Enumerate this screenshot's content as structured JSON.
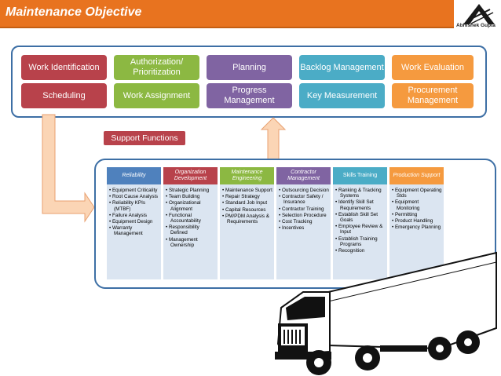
{
  "header": {
    "title": "Maintenance Objective",
    "logo_text": "Abhishek Gupta"
  },
  "top_tiles": [
    {
      "label": "Work Identification"
    },
    {
      "label": "Authorization/ Prioritization"
    },
    {
      "label": "Planning"
    },
    {
      "label": "Backlog Management"
    },
    {
      "label": "Work Evaluation"
    },
    {
      "label": "Scheduling"
    },
    {
      "label": "Work Assignment"
    },
    {
      "label": "Progress Management"
    },
    {
      "label": "Key Measurement"
    },
    {
      "label": "Procurement Management"
    }
  ],
  "support_label": "Support Functions",
  "columns": [
    {
      "title": "Reliability",
      "items": [
        "Equipment Criticality",
        "Root Cause Analysis",
        "Reliability KPIs (MTBF)",
        "Failure Analysis",
        "Equipment Design",
        "Warranty Management"
      ]
    },
    {
      "title": "Organization Development",
      "items": [
        "Strategic Planning",
        "Team Building",
        "Organizational Alignment",
        "Functional Accountability",
        "Responsibility Defined",
        "Management Ownership"
      ]
    },
    {
      "title": "Maintenance Engineering",
      "items": [
        "Maintenance Support",
        "Repair Strategy",
        "Standard Job Input",
        "Capital Resources",
        "PM/PDM Analysis & Requirements"
      ]
    },
    {
      "title": "Contractor Management",
      "items": [
        "Outsourcing Decision",
        "Contractor Safety / Insurance",
        "Contractor Training",
        "Selection Procedure",
        "Cost Tracking",
        "Incentives"
      ]
    },
    {
      "title": "Skills Training",
      "items": [
        "Ranking & Tracking Systems",
        "Identify Skill Set Requirements",
        "Establish Skill Set Goals",
        "Employee Review & Input",
        "Establish Training Programs",
        "Recognition"
      ]
    },
    {
      "title": "Production Support",
      "items": [
        "Equipment Operating Stds",
        "Equipment Monitoring",
        "Permitting",
        "Product Handling",
        "Emergency Planning"
      ]
    }
  ],
  "colors": {
    "orange": "#e8731f",
    "red": "#b8424b",
    "green": "#8cb842",
    "purple": "#8064a2",
    "blue": "#4bacc6",
    "light_orange": "#f59a3f",
    "frame": "#3d6fa5"
  }
}
